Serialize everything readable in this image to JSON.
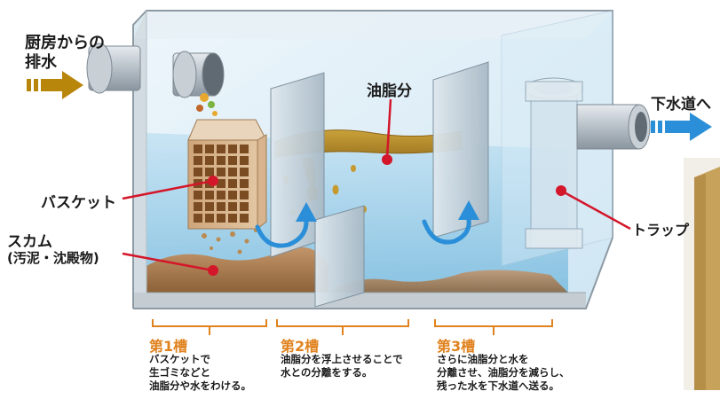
{
  "labels": {
    "inflow": [
      "厨房からの",
      "排水"
    ],
    "outflow": "下水道へ",
    "grease": "油脂分",
    "basket": "バスケット",
    "scum": [
      "スカム",
      "(汚泥・沈殿物)"
    ],
    "trap": "トラップ"
  },
  "tanks": [
    {
      "title": "第1槽",
      "desc": [
        "バスケットで",
        "生ゴミなどと",
        "油脂分や水をわける。"
      ]
    },
    {
      "title": "第2槽",
      "desc": [
        "油脂分を浮上させることで",
        "水との分離をする。"
      ]
    },
    {
      "title": "第3槽",
      "desc": [
        "さらに油脂分と水を",
        "分離させ、油脂分を減らし、",
        "残った水を下水道へ送る。"
      ]
    }
  ],
  "colors": {
    "accent_orange": "#e0821e",
    "flow_blue": "#2a8fd8",
    "pointer_red": "#d4162a",
    "grease_brown": "#b8860b",
    "sludge_brown": "#a9794a"
  }
}
